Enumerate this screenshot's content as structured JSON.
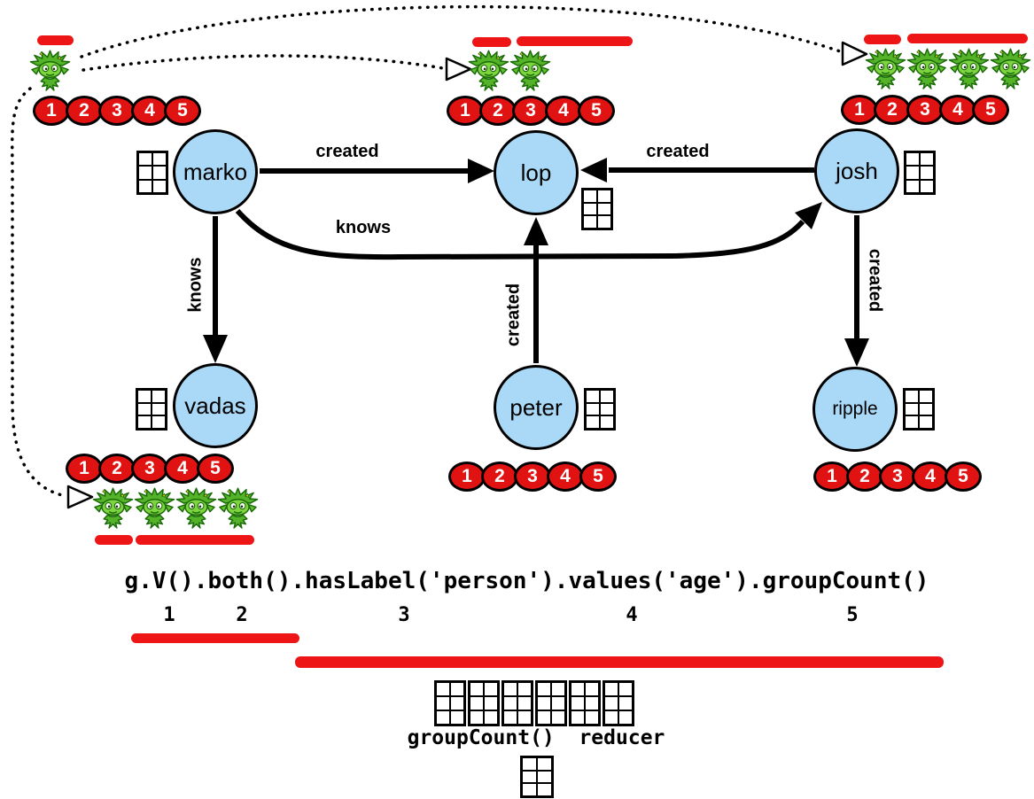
{
  "colors": {
    "vertex_fill": "#a9d9f6",
    "traverser_chip_red": "#e11212",
    "bulk_bar_red": "#ed1515",
    "edge_black": "#000000",
    "gremlin_green": "#6abf30"
  },
  "vertices": [
    {
      "label": "marko"
    },
    {
      "label": "lop"
    },
    {
      "label": "josh"
    },
    {
      "label": "vadas"
    },
    {
      "label": "peter"
    },
    {
      "label": "ripple"
    }
  ],
  "edges": [
    {
      "from": "marko",
      "to": "lop",
      "label": "created"
    },
    {
      "from": "josh",
      "to": "lop",
      "label": "created"
    },
    {
      "from": "marko",
      "to": "josh",
      "label": "knows"
    },
    {
      "from": "marko",
      "to": "vadas",
      "label": "knows"
    },
    {
      "from": "peter",
      "to": "lop",
      "label": "created"
    },
    {
      "from": "josh",
      "to": "ripple",
      "label": "created"
    }
  ],
  "traverser_steps": [
    "1",
    "2",
    "3",
    "4",
    "5"
  ],
  "query": {
    "text": "g.V().both().hasLabel('person').values('age').groupCount()",
    "step_markers": [
      "1",
      "2",
      "3",
      "4",
      "5"
    ]
  },
  "reducer": {
    "label": "groupCount()  reducer"
  },
  "gremlin_groups": {
    "start": {
      "count": 1
    },
    "at_lop": {
      "count": 2
    },
    "at_josh": {
      "count": 4
    },
    "at_vadas": {
      "count": 4
    }
  }
}
